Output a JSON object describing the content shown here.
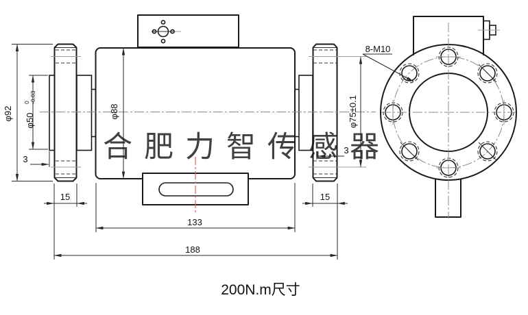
{
  "drawing": {
    "caption": "200N.m尺寸",
    "watermark": "合肥力智传感器",
    "dimensions": {
      "d92": "φ92",
      "d50": "φ50",
      "d50_tol_upper": "0",
      "d50_tol_lower": "-0.03",
      "d88": "φ88",
      "d75": "φ75±0.1",
      "bolt_callout": "8-M10",
      "flange_width_left": "15",
      "flange_width_right": "15",
      "body_length": "133",
      "overall_length": "188",
      "step_left": "3",
      "step_right": "3"
    },
    "colors": {
      "outline": "#1a1a1a",
      "centerline_gray": "#8a8a8a",
      "red_centerline": "#e06060",
      "watermark": "#b6b2f0"
    }
  }
}
